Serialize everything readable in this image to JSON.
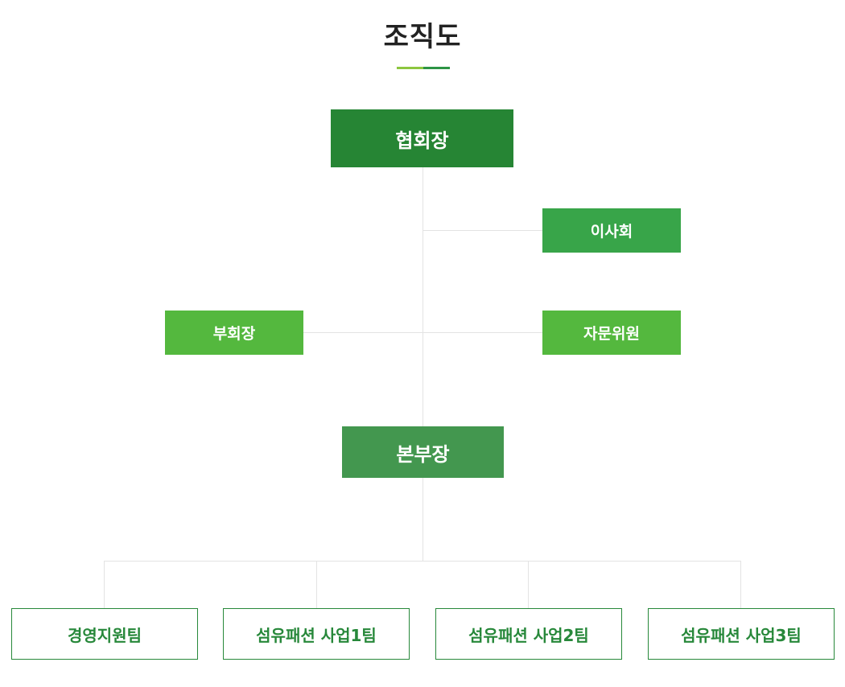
{
  "title": "조직도",
  "colors": {
    "underline_left": "#8dc63f",
    "underline_right": "#2d9445",
    "chairman": "#268534",
    "board": "#38a549",
    "vice_chairman": "#54b83e",
    "advisory": "#54b83e",
    "director": "#43974f",
    "team_border": "#27883a",
    "team_text": "#27883a",
    "connector": "#e3e3e3"
  },
  "nodes": {
    "chairman": "협회장",
    "board": "이사회",
    "vice_chairman": "부회장",
    "advisory": "자문위원",
    "director": "본부장"
  },
  "teams": [
    "경영지원팀",
    "섬유패션 사업1팀",
    "섬유패션 사업2팀",
    "섬유패션 사업3팀"
  ]
}
